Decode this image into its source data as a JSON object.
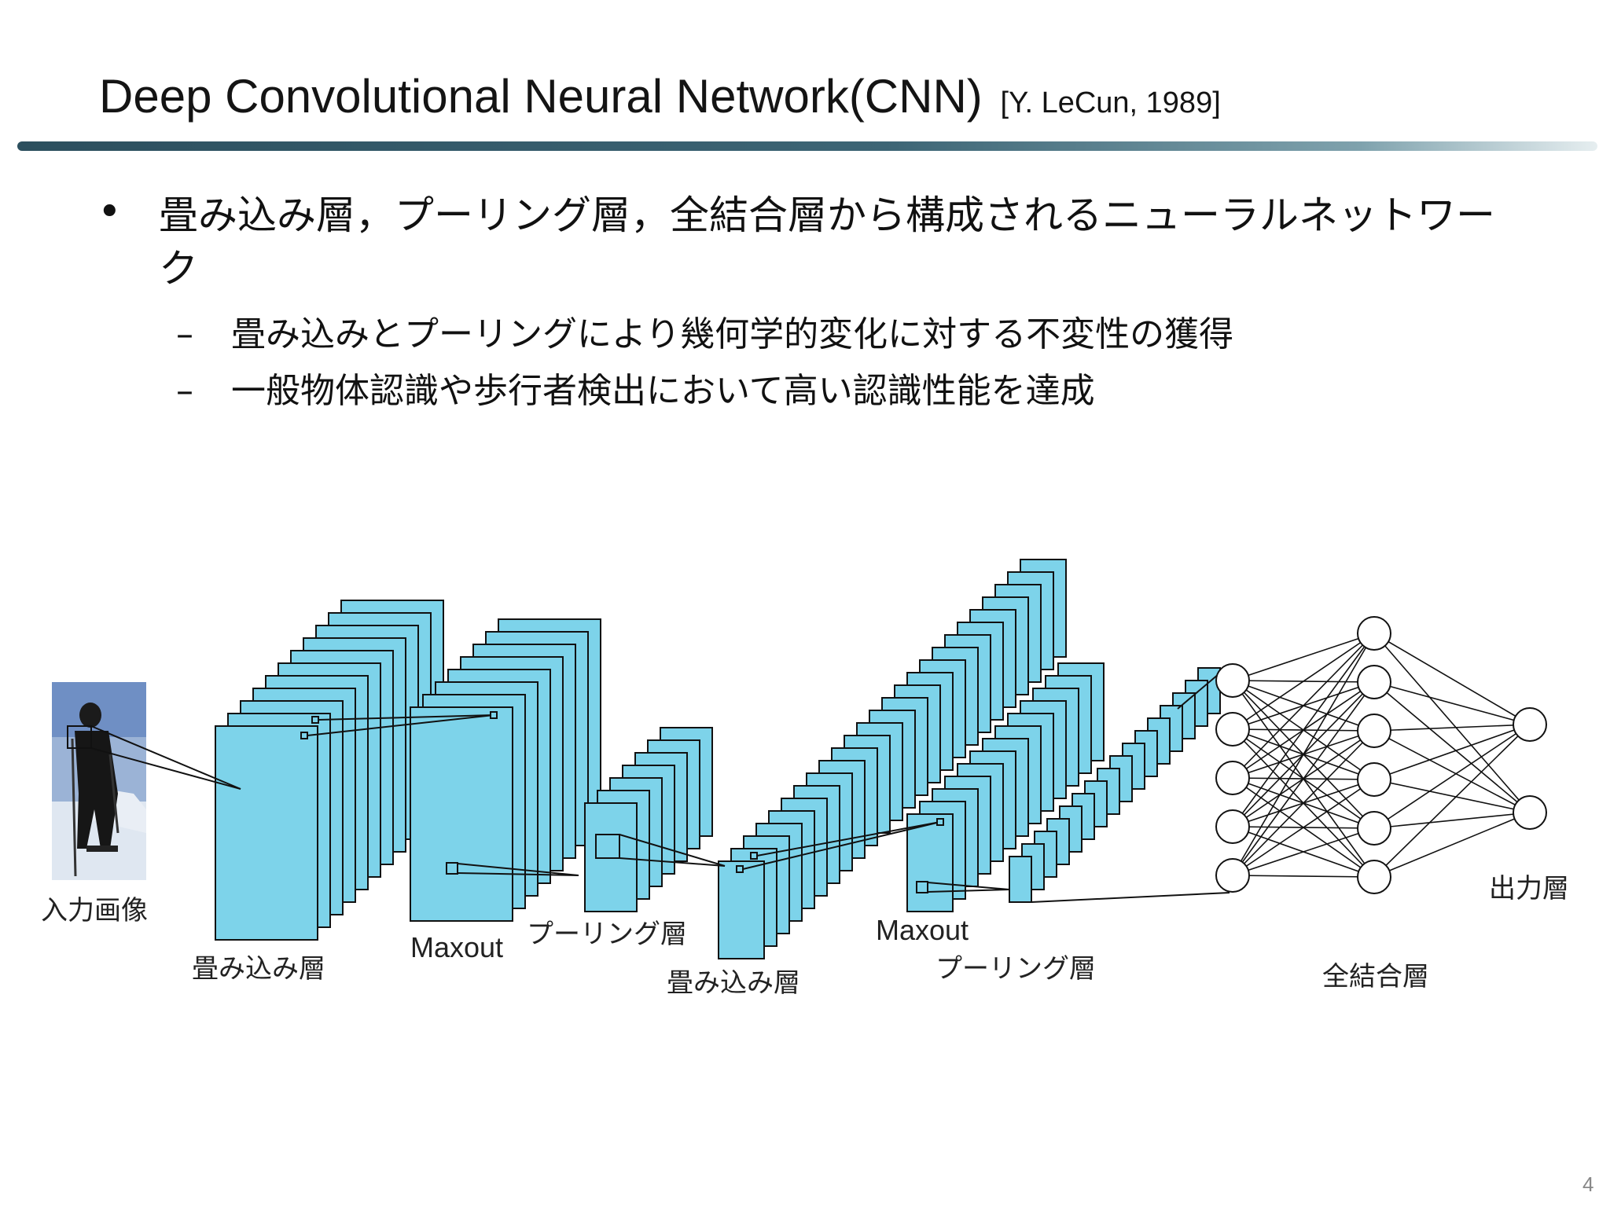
{
  "slide": {
    "title": "Deep Convolutional Neural Network(CNN)",
    "citation": "[Y. LeCun, 1989]",
    "bullet": "畳み込み層，プーリング層，全結合層から構成されるニューラルネットワーク",
    "sub_items": [
      "畳み込みとプーリングにより幾何学的変化に対する不変性の獲得",
      "一般物体認識や歩行者検出において高い認識性能を達成"
    ],
    "page_number": "4"
  },
  "diagram": {
    "labels": {
      "input": "入力画像",
      "conv1": "畳み込み層",
      "maxout1": "Maxout",
      "pool1": "プーリング層",
      "conv2": "畳み込み層",
      "maxout2": "Maxout",
      "pool2": "プーリング層",
      "fc": "全結合層",
      "output": "出力層"
    },
    "colors": {
      "feature_map_fill": "#7dd3ea",
      "stroke": "#111111"
    },
    "fc_layers": {
      "input_nodes": 5,
      "hidden_nodes": 6,
      "output_nodes": 2
    }
  }
}
